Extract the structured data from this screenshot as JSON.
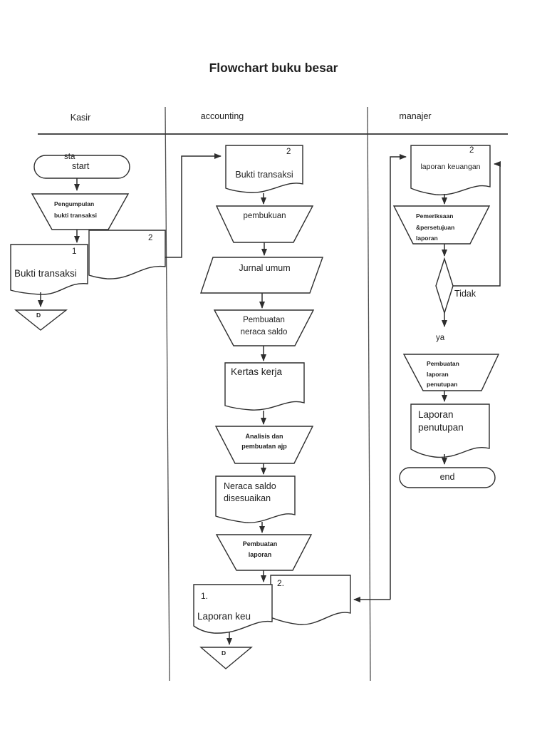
{
  "title": "Flowchart buku besar",
  "colors": {
    "ink": "#2e2e2e",
    "separator": "#4d4d4d",
    "background": "#ffffff"
  },
  "lanes": {
    "kasir": "Kasir",
    "accounting": "accounting",
    "manajer": "manajer"
  },
  "kasir": {
    "start_overlay": "sta",
    "start": "start",
    "collect": "Pengumpulan\nbukti transaksi",
    "doc2_num": "2",
    "doc1_num": "1",
    "doc1_label": "Bukti transaksi",
    "archive": "D"
  },
  "accounting": {
    "doc_top_num": "2",
    "doc_top_label": "Bukti transaksi",
    "pembukuan": "pembukuan",
    "jurnal_umum": "Jurnal umum",
    "pembuatan_neraca_saldo": "Pembuatan\nneraca saldo",
    "kertas_kerja": "Kertas kerja",
    "analisis": "Analisis dan\npembuatan ajp",
    "neraca_saldo_disesuaikan": "Neraca saldo\ndisesuaikan",
    "pembuatan_laporan": "Pembuatan\nlaporan",
    "doc1_num": "1.",
    "doc1_label": "Laporan keu",
    "doc2_num": "2.",
    "archive": "D"
  },
  "manajer": {
    "doc_num": "2",
    "doc_label": "laporan keuangan",
    "pemeriksaan": "Pemeriksaan\n&persetujuan\nlaporan",
    "decision_no": "Tidak",
    "decision_yes": "ya",
    "pembuatan_laporan_penutupan": "Pembuatan\nlaporan\npenutupan",
    "laporan_penutupan": "Laporan\npenutupan",
    "end": "end"
  }
}
